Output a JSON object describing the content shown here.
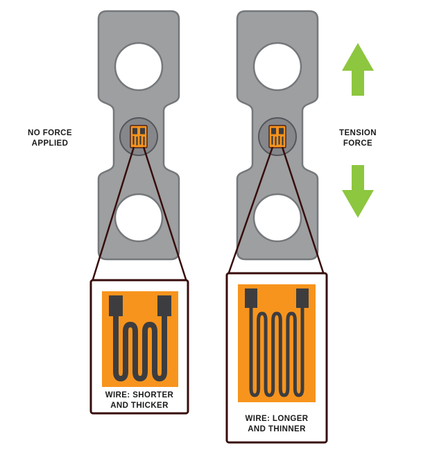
{
  "diagram": {
    "left_label": "NO FORCE\nAPPLIED",
    "right_label": "TENSION\nFORCE",
    "left_callout_label": "WIRE: SHORTER\nAND THICKER",
    "right_callout_label": "WIRE: LONGER\nAND THINNER"
  },
  "icons": {
    "up_arrow": "tension-up-arrow-icon",
    "down_arrow": "tension-down-arrow-icon"
  },
  "colors": {
    "bar_gray": "#9d9fa1",
    "bar_outline": "#75787b",
    "boss_gray": "#85878a",
    "boss_outline": "#54565a",
    "gauge_orange": "#f7941d",
    "wire_dark": "#3d3d3f",
    "callout_border": "#370d0b",
    "arrow_green": "#8dc63f",
    "text_black": "#1a1a1a"
  }
}
